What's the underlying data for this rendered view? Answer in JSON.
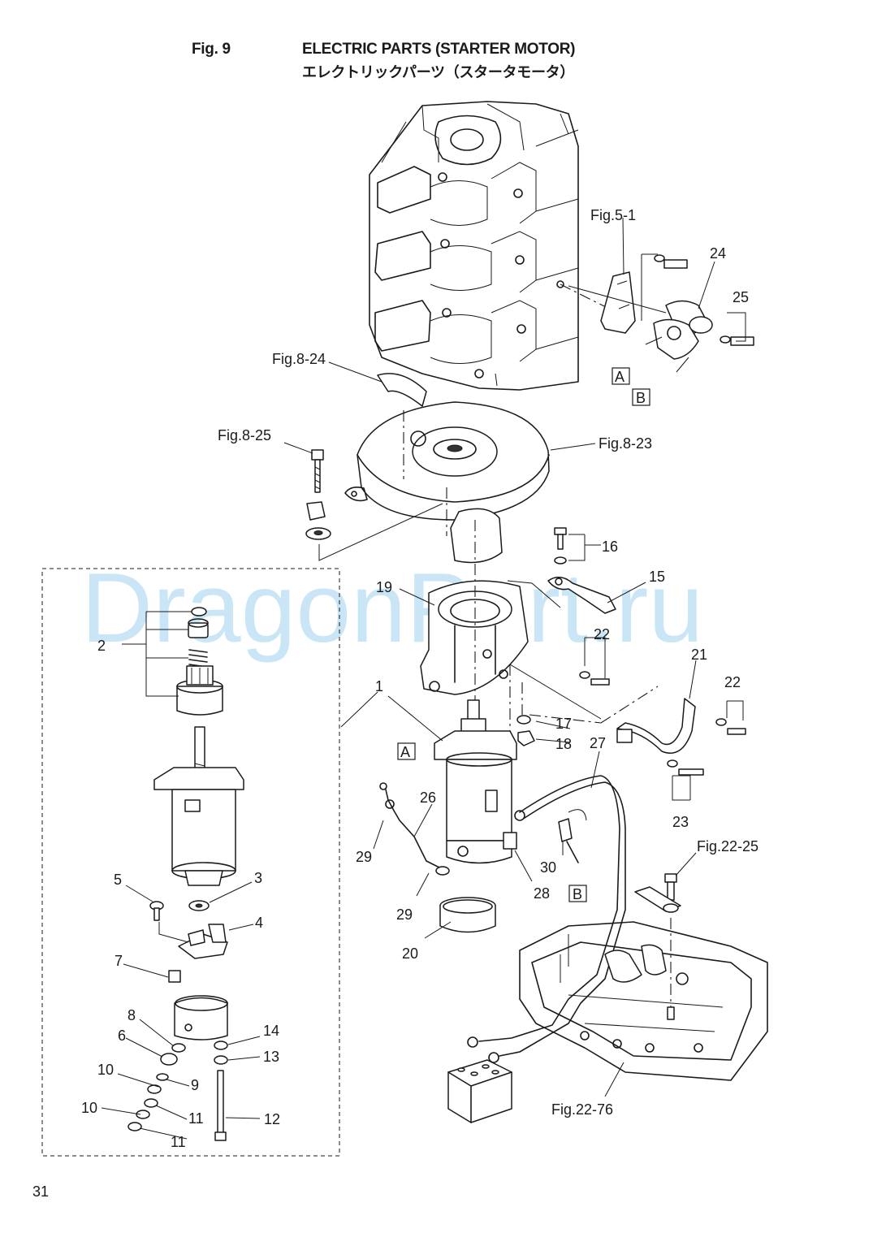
{
  "header": {
    "fig_number": "Fig. 9",
    "title_en": "ELECTRIC PARTS (STARTER MOTOR)",
    "title_jp": "エレクトリックパーツ（スタータモータ）"
  },
  "page_number": "31",
  "watermark": "DragonPart.ru",
  "references": {
    "fig_5_1": "Fig.5-1",
    "fig_8_24": "Fig.8-24",
    "fig_8_25": "Fig.8-25",
    "fig_8_23": "Fig.8-23",
    "fig_22_25": "Fig.22-25",
    "fig_22_76": "Fig.22-76"
  },
  "connector_labels": {
    "a_top": "A",
    "b_top": "B",
    "a_mid": "A",
    "b_mid": "B"
  },
  "callouts": {
    "c1": "1",
    "c2": "2",
    "c3": "3",
    "c4": "4",
    "c5": "5",
    "c6": "6",
    "c7": "7",
    "c8": "8",
    "c9": "9",
    "c10a": "10",
    "c10b": "10",
    "c11a": "11",
    "c11b": "11",
    "c12": "12",
    "c13": "13",
    "c14": "14",
    "c15": "15",
    "c16": "16",
    "c17": "17",
    "c18": "18",
    "c19": "19",
    "c20": "20",
    "c21": "21",
    "c22a": "22",
    "c22b": "22",
    "c23": "23",
    "c24": "24",
    "c25": "25",
    "c26": "26",
    "c27": "27",
    "c28": "28",
    "c29a": "29",
    "c29b": "29",
    "c30": "30"
  }
}
